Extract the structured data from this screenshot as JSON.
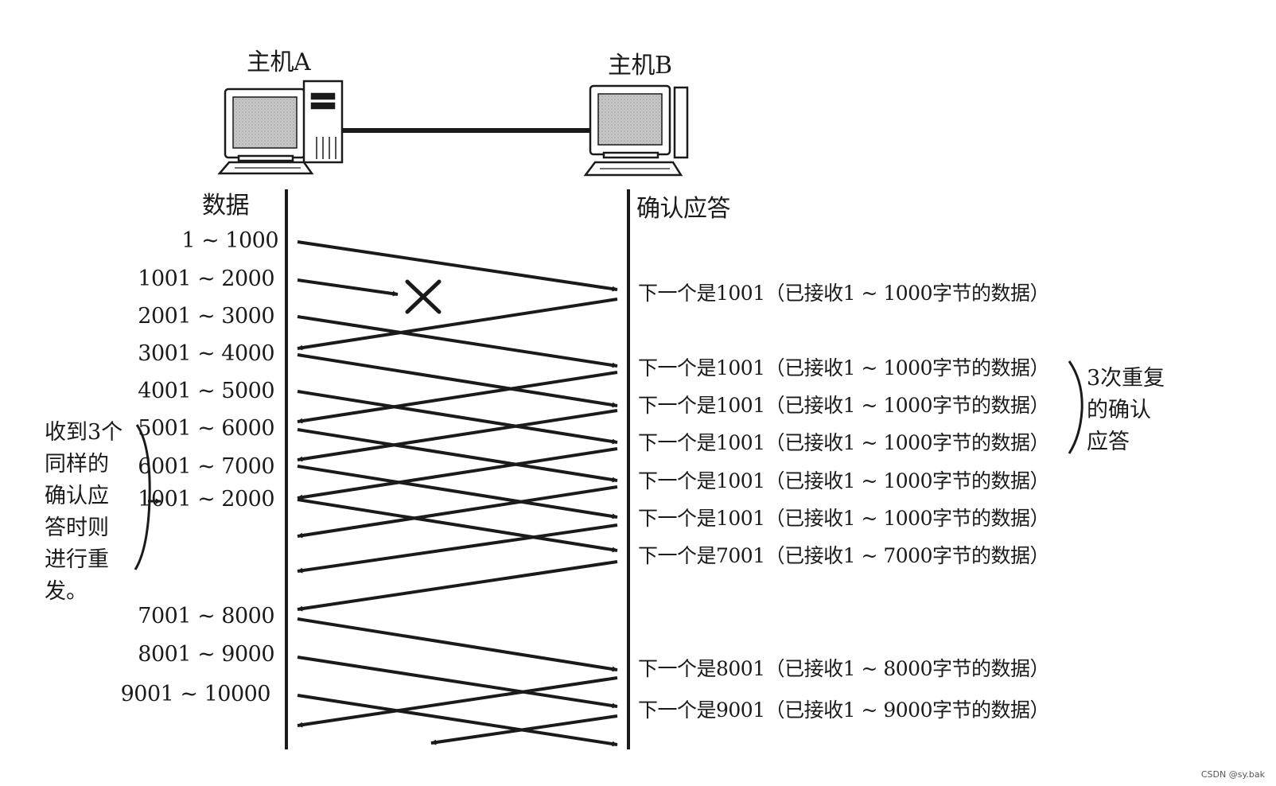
{
  "hosts": {
    "a_label": "主机A",
    "b_label": "主机B"
  },
  "columns": {
    "data_header": "数据",
    "ack_header": "确认应答"
  },
  "segments": [
    "1 ~ 1000",
    "1001 ~ 2000",
    "2001 ~ 3000",
    "3001 ~ 4000",
    "4001 ~ 5000",
    "5001 ~ 6000",
    "6001 ~ 7000",
    "1001 ~ 2000",
    "7001 ~ 8000",
    "8001 ~ 9000",
    "9001 ~ 10000"
  ],
  "acks": [
    "下一个是1001（已接收1 ~ 1000字节的数据）",
    "下一个是1001（已接收1 ~ 1000字节的数据）",
    "下一个是1001（已接收1 ~ 1000字节的数据）",
    "下一个是1001（已接收1 ~ 1000字节的数据）",
    "下一个是1001（已接收1 ~ 1000字节的数据）",
    "下一个是1001（已接收1 ~ 1000字节的数据）",
    "下一个是7001（已接收1 ~ 7000字节的数据）",
    "下一个是8001（已接收1 ~ 8000字节的数据）",
    "下一个是9001（已接收1 ~ 9000字节的数据）"
  ],
  "notes": {
    "retransmit_note": "收到3个\n同样的\n确认应\n答时则\n进行重\n发。",
    "dup_ack_note": "3次重复\n的确认\n应答"
  },
  "lost_marker": "×",
  "watermark": "CSDN @sy.bak",
  "colors": {
    "ink": "#1a1a1a",
    "screen": "#bdbdbd",
    "paper": "#ffffff"
  }
}
